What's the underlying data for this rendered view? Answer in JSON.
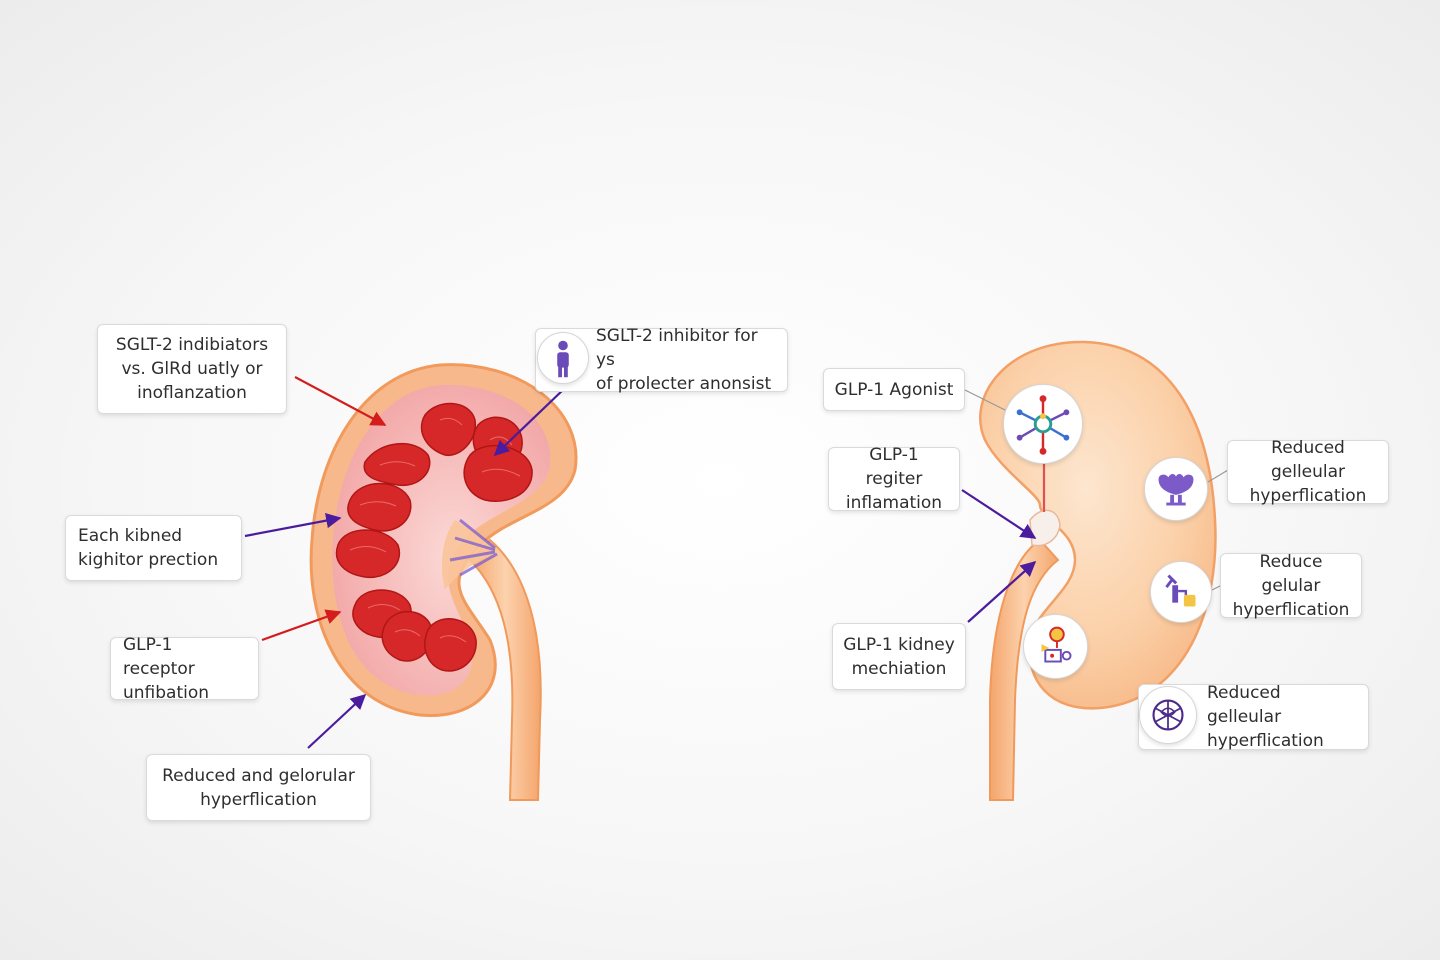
{
  "colors": {
    "red_arrow": "#d41c1c",
    "purple_arrow": "#4b1c9e",
    "kidney_fill": "#f9c9a0",
    "kidney_outline": "#f3a066",
    "pyramid_red": "#d62828"
  },
  "left_kidney": {
    "labels": [
      {
        "lines": [
          "SGLT-2 indibiators",
          "vs. GlRd uatly or",
          "inoflanzation"
        ]
      },
      {
        "lines": [
          "SGLT-2 inhibitor for ys",
          "of prolecter anonsist"
        ]
      },
      {
        "lines": [
          "Each kibned",
          "kighitor prection"
        ]
      },
      {
        "lines": [
          "GLP-1 receptor",
          "unfibation"
        ]
      },
      {
        "lines": [
          "Reduced and gelorular",
          "hyperflication"
        ]
      }
    ],
    "icons": [
      "person-icon"
    ]
  },
  "right_kidney": {
    "labels": [
      {
        "lines": [
          "GLP-1 Agonist"
        ]
      },
      {
        "lines": [
          "GLP-1 regiter",
          "inflamation"
        ]
      },
      {
        "lines": [
          "GLP-1 kidney",
          "mechiation"
        ]
      },
      {
        "lines": [
          "Reduced gelleular",
          "hyperflication"
        ]
      },
      {
        "lines": [
          "Reduce gelular",
          "hyperflication"
        ]
      },
      {
        "lines": [
          "Reduced gelleular",
          "hyperflication"
        ]
      }
    ],
    "icons": [
      "molecule-icon",
      "receptor-icon",
      "signaling-icon",
      "cell-cluster-icon",
      "glomerulus-icon"
    ]
  }
}
